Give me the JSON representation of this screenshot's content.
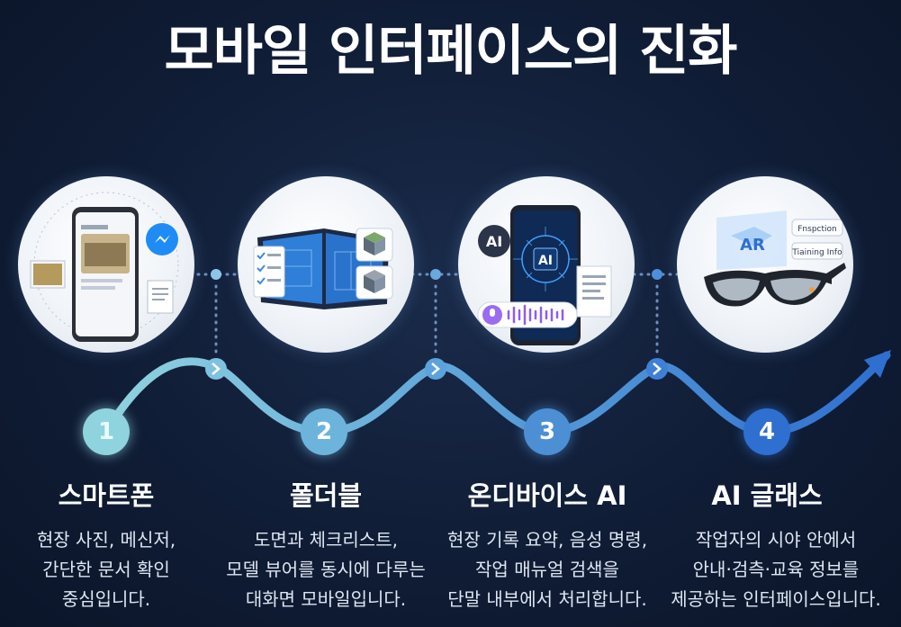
{
  "title": "모바일 인터페이스의 진화",
  "colors": {
    "background": "#101d36",
    "step1": "#8fd3df",
    "step2": "#6cb4dc",
    "step3": "#4d8fd4",
    "step4": "#2f6fd0"
  },
  "steps": [
    {
      "number": "1",
      "heading": "스마트폰",
      "description": [
        "현장 사진, 메신저,",
        "간단한 문서 확인",
        "중심입니다."
      ],
      "icons": [
        "smartphone-icon",
        "messenger-icon",
        "document-icon",
        "photo-icon"
      ]
    },
    {
      "number": "2",
      "heading": "폴더블",
      "description": [
        "도면과 체크리스트,",
        "모델 뷰어를 동시에 다루는",
        "대화면 모바일입니다."
      ],
      "icons": [
        "foldable-icon",
        "checklist-icon",
        "3d-model-icon"
      ]
    },
    {
      "number": "3",
      "heading": "온디바이스 AI",
      "description": [
        "현장 기록 요약, 음성 명령,",
        "작업 매뉴얼 검색을",
        "단말 내부에서 처리합니다."
      ],
      "icons": [
        "smartphone-icon",
        "ai-icon",
        "microphone-icon",
        "document-icon"
      ],
      "ai_badge": "AI",
      "chip_label": "AI"
    },
    {
      "number": "4",
      "heading": "AI 글래스",
      "description": [
        "작업자의 시야 안에서",
        "안내·검측·교육 정보를",
        "제공하는 인터페이스입니다."
      ],
      "icons": [
        "smart-glasses-icon",
        "ar-icon"
      ],
      "ar_label": "AR",
      "overlay_labels": [
        "Fnspction",
        "Tiaining Info"
      ]
    }
  ]
}
